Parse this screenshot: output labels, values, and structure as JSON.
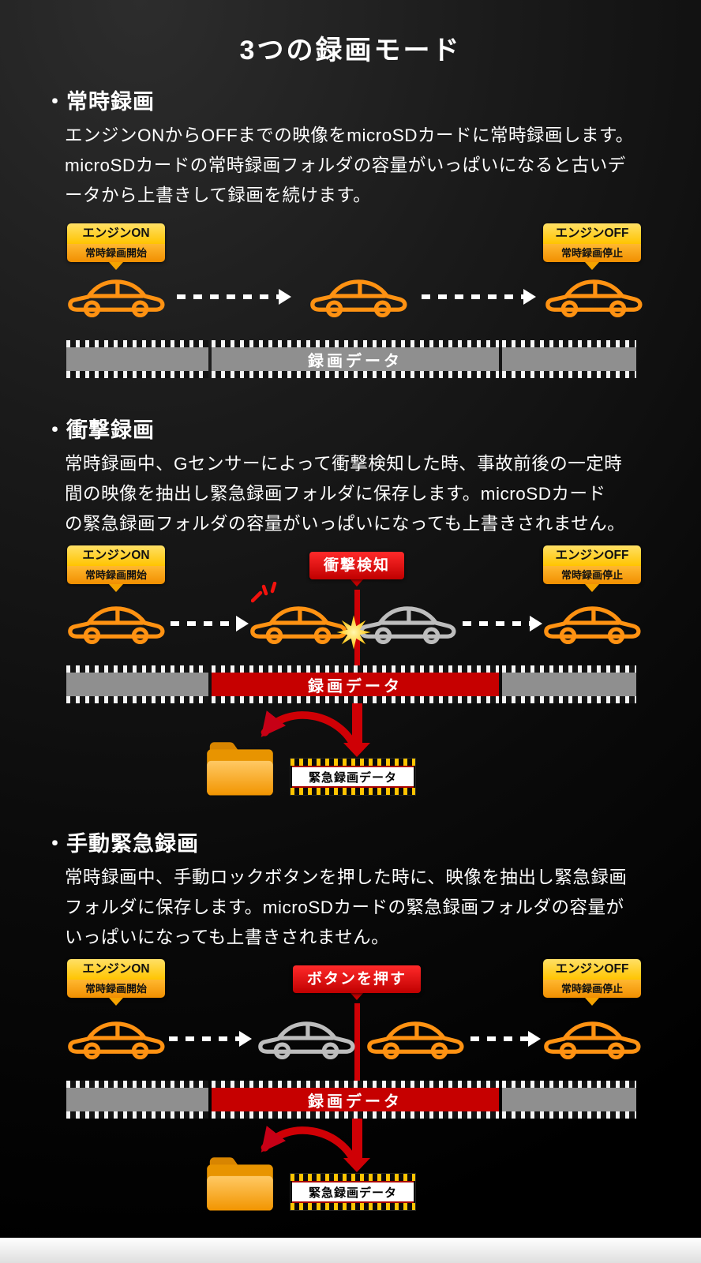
{
  "title": "3つの録画モード",
  "badges": {
    "engine_on": {
      "line1": "エンジンON",
      "line2": "常時録画開始"
    },
    "engine_off": {
      "line1": "エンジンOFF",
      "line2": "常時録画停止"
    }
  },
  "film": {
    "recording_label": "録画データ",
    "emergency_label": "緊急録画データ"
  },
  "sections": [
    {
      "heading": "・常時録画",
      "body_lines": [
        "エンジンONからOFFまでの映像をmicroSDカードに常時録画します。",
        "microSDカードの常時録画フォルダの容量がいっぱいになると古いデ",
        "ータから上書きして録画を続けます。"
      ]
    },
    {
      "heading": "・衝撃録画",
      "event_label": "衝撃検知",
      "body_lines": [
        "常時録画中、Gセンサーによって衝撃検知した時、事故前後の一定時",
        "間の映像を抽出し緊急録画フォルダに保存します。microSDカード",
        "の緊急録画フォルダの容量がいっぱいになっても上書きされません。"
      ]
    },
    {
      "heading": "・手動緊急録画",
      "event_label": "ボタンを押す",
      "body_lines": [
        "常時録画中、手動ロックボタンを押した時に、映像を抽出し緊急録画",
        "フォルダに保存します。microSDカードの緊急録画フォルダの容量が",
        "いっぱいになっても上書きされません。"
      ]
    }
  ],
  "icons": {
    "car-icon": "sedan-outline",
    "gray-car-icon": "sedan-outline-gray",
    "impact-marks-icon": "red-shock-strokes",
    "crash-spark-icon": "yellow-starburst",
    "folder-icon": "yellow-folder",
    "dashed-arrow-icon": "white-dashed-right-arrow",
    "down-arrow-icon": "thick-red-down-arrow",
    "curved-arrow-icon": "red-swoosh-into-folder",
    "badge-pointer-icon": "triangle-pointer"
  },
  "colors": {
    "accent_red": "#cf0005",
    "accent_yellow": "#ffc400",
    "accent_orange": "#f18f00",
    "car_orange": "#ff9212",
    "car_gray": "#bdbdbd",
    "film_gray": "#8f8f8f",
    "film_red": "#c60000"
  }
}
